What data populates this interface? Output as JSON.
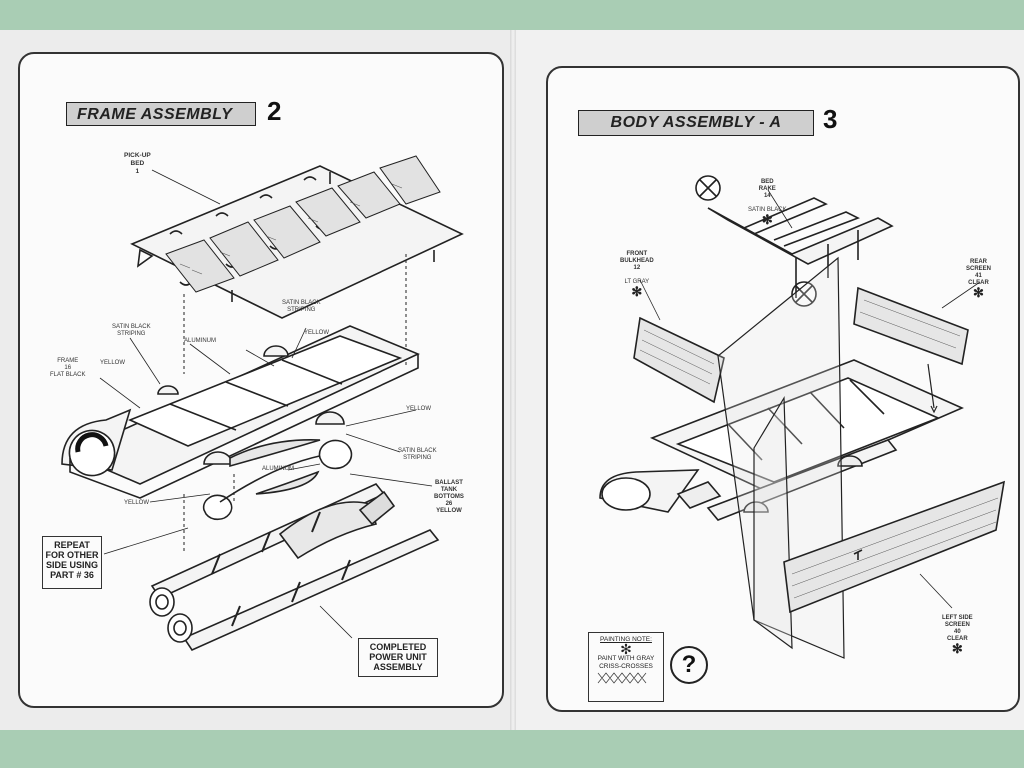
{
  "left_page": {
    "title": "FRAME ASSEMBLY",
    "step": "2",
    "labels": {
      "pickup_bed": "PICK-UP\nBED\n1",
      "satin_black_striping_a": "SATIN BLACK\nSTRIPING",
      "satin_black_striping_b": "SATIN BLACK\nSTRIPING",
      "satin_black_striping_c": "SATIN BLACK\nSTRIPING",
      "yellow_a": "YELLOW",
      "yellow_b": "YELLOW",
      "yellow_c": "YELLOW",
      "yellow_d": "YELLOW",
      "aluminum_a": "ALUMINUM",
      "aluminum_b": "ALUMINUM",
      "frame": "FRAME\n16\nFLAT BLACK",
      "ballast": "BALLAST\nTANK\nBOTTOMS\n26\nYELLOW"
    },
    "repeat_note": "REPEAT\nFOR OTHER\nSIDE USING\nPART # 36",
    "completed_note": "COMPLETED\nPOWER UNIT\nASSEMBLY"
  },
  "right_page": {
    "title": "BODY ASSEMBLY - A",
    "step": "3",
    "labels": {
      "bed_rake": "BED\nRAKE\n14",
      "bed_rake_finish": "SATIN BLACK",
      "front_bulkhead": "FRONT\nBULKHEAD\n12",
      "front_bulkhead_finish": "LT GRAY",
      "rear_screen": "REAR\nSCREEN\n41\nCLEAR",
      "left_side_screen": "LEFT SIDE\nSCREEN\n40\nCLEAR"
    },
    "painting_note": {
      "heading": "PAINTING NOTE:",
      "text": "PAINT WITH GRAY\nCRISS-CROSSES"
    },
    "question_mark": "?"
  },
  "icons": [
    "no-glue-icon",
    "asterisk-icon",
    "question-icon"
  ],
  "colors": {
    "background": "#a9cdb4",
    "paper": "#efefef",
    "ink": "#222222",
    "title_fill": "#cfcfcf"
  }
}
